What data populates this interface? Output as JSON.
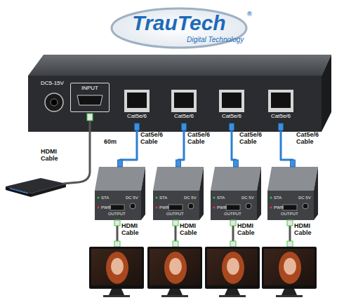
{
  "diagram": {
    "title": "TrauTech",
    "nodes": [
      {
        "text": [
          "DC5-15V"
        ]
      },
      {
        "text": [
          "INPUT"
        ],
        "in": 0
      },
      {
        "text": [
          "Cat5e/6"
        ],
        "in": 0
      },
      {
        "text": [
          "Cat5e/6"
        ],
        "in": 0
      },
      {
        "text": [
          "Cat5e/6"
        ],
        "in": 0
      },
      {
        "text": [
          "Cat5e/6"
        ],
        "in": 0
      },
      {
        "text": [
          "STA",
          "PWR",
          "OUTPUT",
          "DC 5V"
        ]
      },
      {
        "text": [
          "STA",
          "PWR",
          "OUTPUT",
          "DC 5V"
        ]
      },
      {
        "text": [
          "STA",
          "PWR",
          "OUTPUT",
          "DC 5V"
        ]
      },
      {
        "text": [
          "STA",
          "PWR",
          "OUTPUT",
          "DC 5V"
        ]
      }
    ],
    "edges": [
      {
        "from": 2,
        "to": 6,
        "arrow": "none",
        "label": "Cat5e/6 Cable"
      },
      {
        "from": 3,
        "to": 7,
        "arrow": "none",
        "label": "Cat5e/6 Cable"
      },
      {
        "from": 4,
        "to": 8,
        "arrow": "none",
        "label": "Cat5e/6 Cable"
      },
      {
        "from": 5,
        "to": 9,
        "arrow": "none",
        "label": "Cat5e/6 Cable"
      }
    ],
    "labels": [
      "®",
      "Digital Technology",
      "HDMI Cable",
      "60m",
      "HDMI Cable",
      "HDMI Cable",
      "HDMI Cable",
      "HDMI Cable"
    ]
  }
}
